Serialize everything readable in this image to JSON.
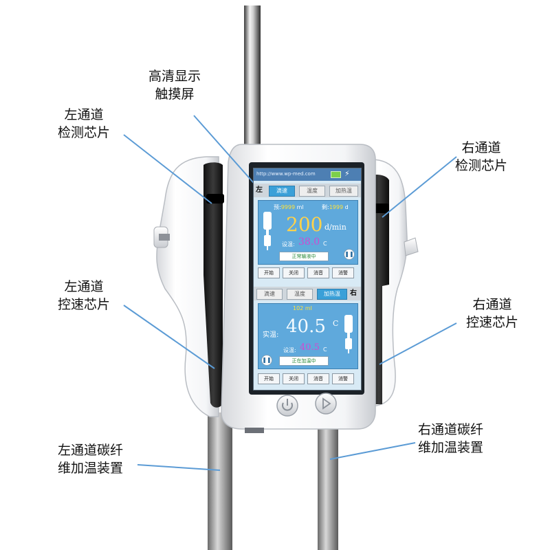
{
  "labels": {
    "screen": [
      "高清显示",
      "触摸屏"
    ],
    "left_detect": [
      "左通道",
      "检测芯片"
    ],
    "right_detect": [
      "右通道",
      "检测芯片"
    ],
    "left_speed": [
      "左通道",
      "控速芯片"
    ],
    "right_speed": [
      "右通道",
      "控速芯片"
    ],
    "left_heater": [
      "左通道碳纤",
      "维加温装置"
    ],
    "right_heater": [
      "右通道碳纤",
      "维加温装置"
    ]
  },
  "device_screen": {
    "url": "http://www.wp-med.com",
    "top": {
      "side": "左",
      "tabs": [
        "滴速",
        "温度",
        "加热温"
      ],
      "active_tab": 0,
      "preset_total": "9999",
      "preset_total_unit": "ml",
      "preset_rate": "1999",
      "preset_rate_unit": "d",
      "rate": "200",
      "rate_unit": "d/min",
      "temp_label": "设温:",
      "temp_value": "38.0",
      "temp_unit": "C",
      "status": "正常输液中",
      "buttons": [
        "开始",
        "关闭",
        "消音",
        "消警"
      ]
    },
    "bottom": {
      "side": "右",
      "tabs": [
        "滴速",
        "温度",
        "加热温"
      ],
      "active_tab": 2,
      "remaining": "102",
      "remaining_unit": "ml",
      "actual_label": "实温:",
      "actual_value": "40.5",
      "actual_unit": "C",
      "set_label": "设温:",
      "set_value": "40.5",
      "set_unit": "C",
      "status": "正在加温中",
      "buttons": [
        "开始",
        "关闭",
        "消音",
        "消警"
      ]
    }
  },
  "colors": {
    "callout_line": "#5b9bd5",
    "screen_bg": "#d8eaf5",
    "panel_blue": "#5fa9dc",
    "accent_yellow": "#ffd24a",
    "body_white": "#f3f4f6"
  }
}
